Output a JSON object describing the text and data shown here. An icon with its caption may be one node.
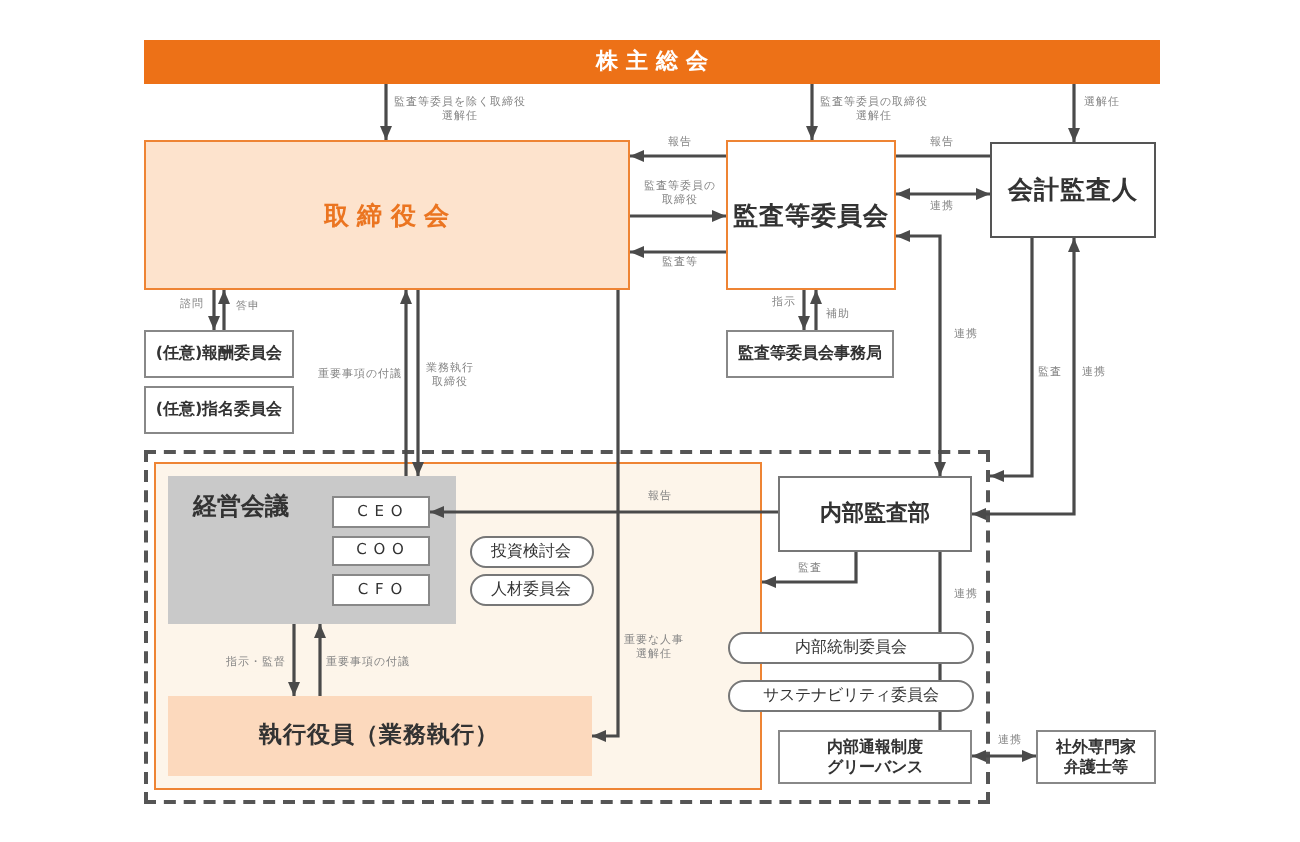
{
  "diagram": {
    "nodes": [
      {
        "text": [
          "株主総会"
        ]
      },
      {
        "text": [
          "取締役会"
        ]
      },
      {
        "text": [
          "監査等委員会"
        ]
      },
      {
        "text": [
          "会計監査人"
        ]
      },
      {
        "text": [
          "(任意)報酬委員会"
        ]
      },
      {
        "text": [
          "(任意)指名委員会"
        ]
      },
      {
        "text": [
          "監査等委員会事務局"
        ]
      },
      {
        "text": [],
        "shape": "box"
      },
      {
        "text": [],
        "shape": "box",
        "in": 7
      },
      {
        "text": [
          "経営会議"
        ],
        "in": 8
      },
      {
        "text": [
          "CEO"
        ],
        "in": 9
      },
      {
        "text": [
          "COO"
        ],
        "in": 9
      },
      {
        "text": [
          "CFO"
        ],
        "in": 9
      },
      {
        "text": [
          "投資検討会"
        ],
        "in": 8
      },
      {
        "text": [
          "人材委員会"
        ],
        "in": 8
      },
      {
        "text": [
          "執行役員（業務執行）"
        ],
        "in": 8
      },
      {
        "text": [
          "内部監査部"
        ],
        "in": 7
      },
      {
        "text": [
          "内部統制委員会"
        ],
        "in": 7
      },
      {
        "text": [
          "サステナビリティ委員会"
        ],
        "in": 7
      },
      {
        "text": [
          "内部通報制度",
          "グリーバンス"
        ],
        "in": 7
      },
      {
        "text": [
          "社外専門家",
          "弁護士等"
        ]
      }
    ],
    "edges": [
      {
        "from": 0,
        "to": 1,
        "arrow": "to",
        "label": "監査等委員を除く取締役選解任"
      },
      {
        "from": 0,
        "to": 2,
        "arrow": "to",
        "label": "監査等委員の取締役選解任"
      },
      {
        "from": 0,
        "to": 3,
        "arrow": "to",
        "label": "選解任"
      },
      {
        "from": 2,
        "to": 1,
        "arrow": "to",
        "label": "報告"
      },
      {
        "from": 1,
        "to": 2,
        "arrow": "to",
        "label": "監査等委員の取締役"
      },
      {
        "from": 2,
        "to": 1,
        "arrow": "to",
        "label": "監査等"
      },
      {
        "from": 3,
        "to": 2,
        "arrow": "none",
        "label": "報告"
      },
      {
        "from": 2,
        "to": 3,
        "arrow": "both",
        "label": "連携"
      },
      {
        "from": 1,
        "to": 4,
        "arrow": "to",
        "label": "諮問"
      },
      {
        "from": 4,
        "to": 1,
        "arrow": "to",
        "label": "答申"
      },
      {
        "from": 2,
        "to": 6,
        "arrow": "to",
        "label": "指示"
      },
      {
        "from": 6,
        "to": 2,
        "arrow": "to",
        "label": "補助"
      },
      {
        "from": 2,
        "to": 16,
        "arrow": "both",
        "label": "連携"
      },
      {
        "from": 3,
        "to": 7,
        "arrow": "to",
        "label": "監査"
      },
      {
        "from": 3,
        "to": 16,
        "arrow": "both",
        "label": "連携"
      },
      {
        "from": 9,
        "to": 1,
        "arrow": "to",
        "label": "重要事項の付議"
      },
      {
        "from": 1,
        "to": 9,
        "arrow": "to",
        "label": "業務執行取締役"
      },
      {
        "from": 1,
        "to": 15,
        "arrow": "to",
        "label": "重要な人事選解任"
      },
      {
        "from": 16,
        "to": 10,
        "arrow": "to",
        "label": "報告"
      },
      {
        "from": 16,
        "to": 8,
        "arrow": "to",
        "label": "監査"
      },
      {
        "from": 16,
        "to": 17,
        "arrow": "none",
        "label": "連携"
      },
      {
        "from": 17,
        "to": 18,
        "arrow": "none"
      },
      {
        "from": 18,
        "to": 19,
        "arrow": "none"
      },
      {
        "from": 9,
        "to": 15,
        "arrow": "to",
        "label": "指示・監督"
      },
      {
        "from": 15,
        "to": 9,
        "arrow": "to",
        "label": "重要事項の付議"
      },
      {
        "from": 19,
        "to": 20,
        "arrow": "both",
        "label": "連携"
      }
    ]
  }
}
